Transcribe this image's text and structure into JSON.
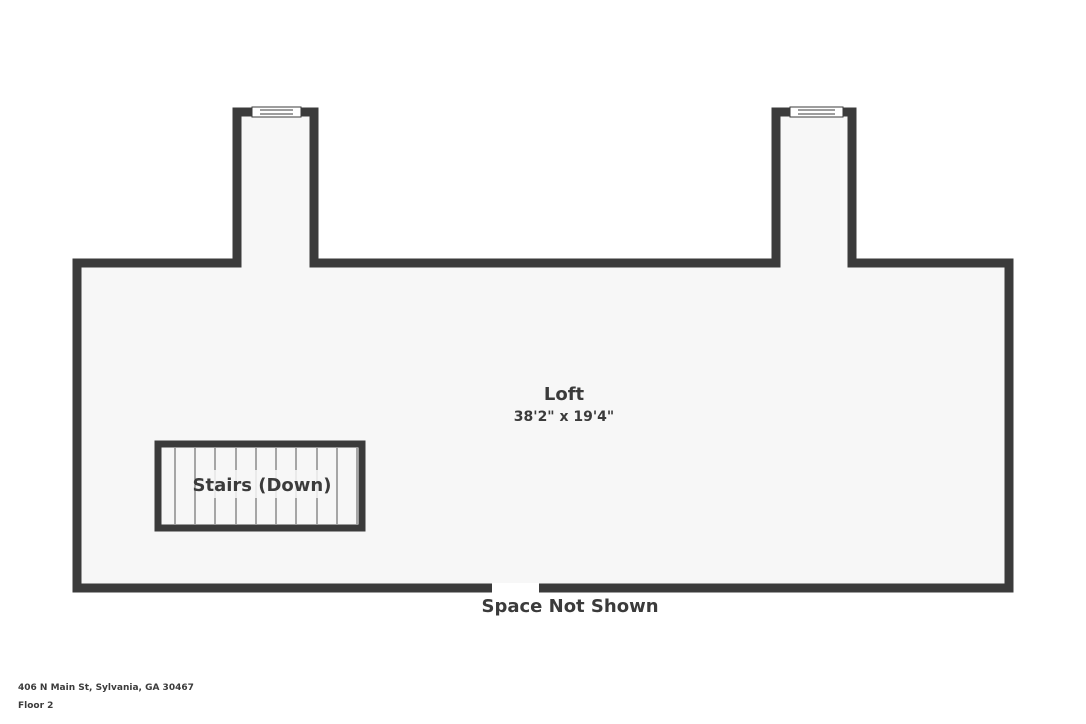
{
  "loft": {
    "name": "Loft",
    "dimensions": "38'2\" x 19'4\""
  },
  "stairs": {
    "label": "Stairs (Down)"
  },
  "opening": {
    "label": "Space Not Shown"
  },
  "footer": {
    "address": "406 N Main St, Sylvania, GA 30467",
    "floor": "Floor 2"
  },
  "colors": {
    "wall": "#3b3b3b",
    "floor": "#f7f7f7",
    "text": "#3b3b3b"
  }
}
